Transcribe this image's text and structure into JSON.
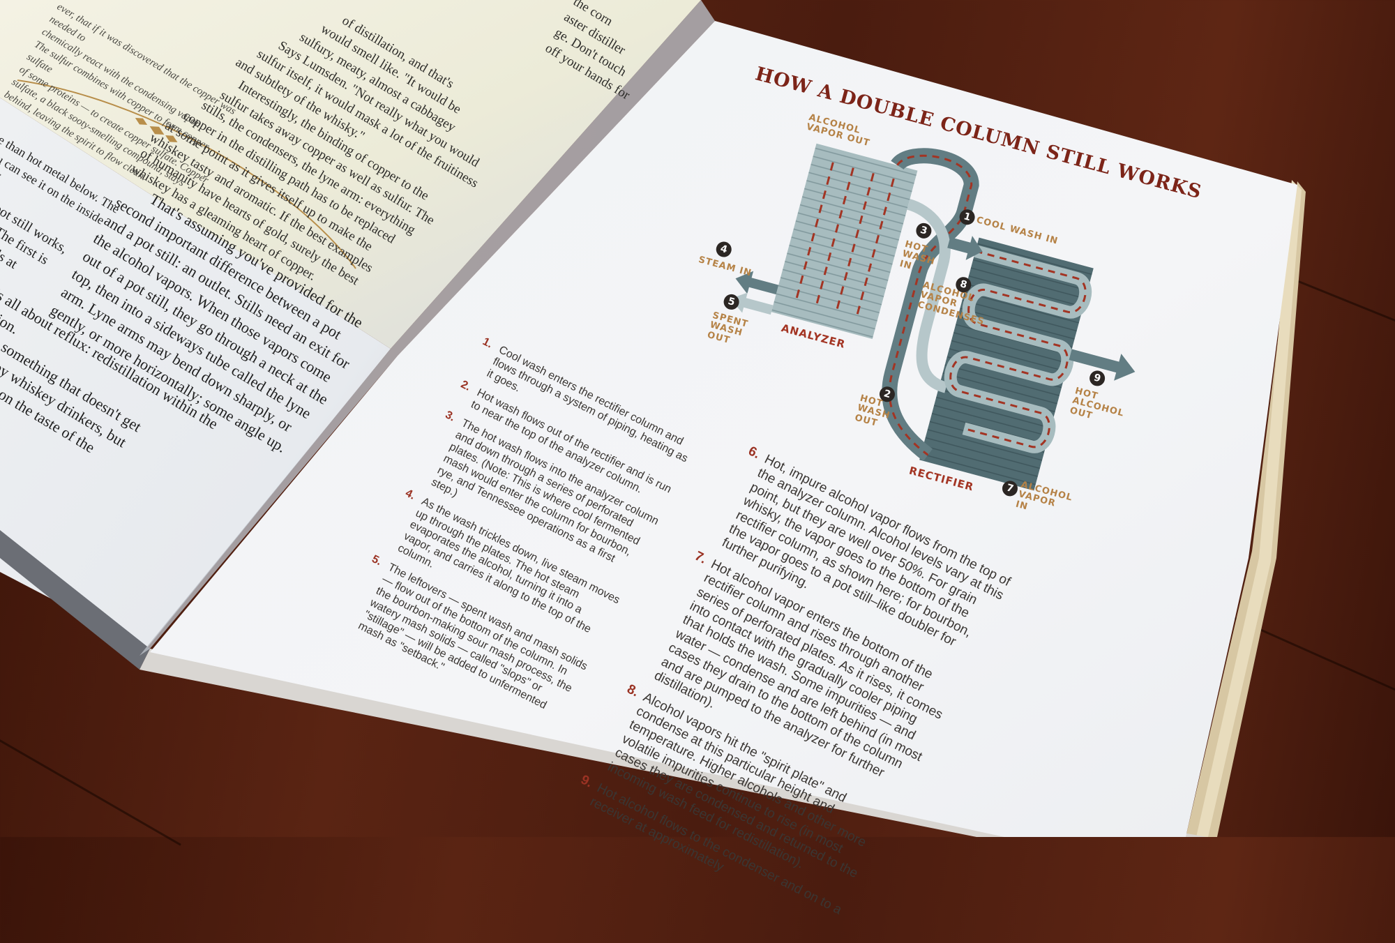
{
  "left_page": {
    "caption_lines": [
      "ever, that if it was discovered that the copper was needed to",
      "chemically react with the condensing vapor.",
      "The sulfur combines with copper to form copper sulfate",
      "of some proteins — to create copper sulfate. Copper",
      "sulfate, a black sooty-smelling compound, stays",
      "behind, leaving the spirit to flow clean."
    ],
    "quote_lines": [
      "of distillation, and that's",
      "would smell like. \"It would be",
      "sulfury, meaty, almost a cabbagey",
      "Says Lumsden. \"Not really what you would",
      "sulfur itself, it would mask a lot of the fruitiness",
      "and subtlety of the whisky.\"",
      "Interestingly, the binding of copper to the",
      "sulfur takes away copper as well as sulfur. The",
      "stills, the condensers, the lyne arm: everything",
      "copper in the distilling path has to be replaced",
      "at some point as it gives itself up to make the",
      "whiskey tasty and aromatic. If the best examples",
      "of humanity have hearts of gold, surely the best",
      "whiskey has a gleaming heart of copper."
    ],
    "top_right_lines": [
      "the corn",
      "aster distiller",
      "ge. Don't touch",
      "off your hands for"
    ],
    "body_left_lines": [
      "re than hot metal below. The",
      "you can see it on the inside",
      "it off.",
      "pot still works,",
      "s. The first is",
      "l boils at",
      "ing",
      "It's all about reflux: redistillation within the",
      "illation.",
      "flux is something that doesn't get",
      "t much by whiskey drinkers, but",
      "uge effect on the taste of the"
    ],
    "body_main_lines": [
      "That's assuming you've provided for the",
      "second important difference between a pot",
      "and a pot still: an outlet. Stills need an exit for",
      "the alcohol vapors. When those vapors come",
      "out of a pot still, they go through a neck at the",
      "top, then into a sideways tube called the lyne",
      "arm. Lyne arms may bend down sharply, or",
      "gently, or more horizontally; some angle up."
    ]
  },
  "diagram": {
    "title": "HOW A DOUBLE COLUMN STILL WORKS",
    "labels": {
      "alcohol_vapor_out": "ALCOHOL\nVAPOR OUT",
      "cool_wash_in": "COOL WASH IN",
      "steam_in": "STEAM IN",
      "hot_wash_in": "HOT\nWASH\nIN",
      "alcohol_vapor_condenses": "ALCOHOL\nVAPOR\nCONDENSES",
      "spent_wash_out": "SPENT\nWASH\nOUT",
      "analyzer": "ANALYZER",
      "hot_alcohol_out": "HOT\nALCOHOL\nOUT",
      "hot_wash_out": "HOT\nWASH\nOUT",
      "rectifier": "RECTIFIER",
      "alcohol_vapor_in": "ALCOHOL\nVAPOR\nIN"
    },
    "badges": {
      "b1": "1",
      "b2": "2",
      "b3": "3",
      "b4": "4",
      "b5": "5",
      "b7": "7",
      "b8": "8",
      "b9": "9"
    },
    "colors": {
      "analyzer": "#a7bcbf",
      "rectifier": "#516c72",
      "pipe": "#627d83",
      "flow": "#a33423",
      "title": "#7c2418"
    }
  },
  "steps_left": [
    {
      "n": "1.",
      "text": "Cool wash enters the rectifier column and flows through a system of piping, heating as it goes."
    },
    {
      "n": "2.",
      "text": "Hot wash flows out of the rectifier and is run to near the top of the analyzer column."
    },
    {
      "n": "3.",
      "text": "The hot wash flows into the analyzer column and down through a series of perforated plates. (Note: This is where cool fermented mash would enter the column for bourbon, rye, and Tennessee operations as a first step.)"
    },
    {
      "n": "4.",
      "text": "As the wash trickles down, live steam moves up through the plates. The hot steam evaporates the alcohol, turning it into a vapor, and carries it along to the top of the column."
    },
    {
      "n": "5.",
      "text": "The leftovers — spent wash and mash solids — flow out of the bottom of the column. In the bourbon-making sour mash process, the watery mash solids — called \"slops\" or \"stillage\" — will be added to unfermented mash as \"setback.\""
    }
  ],
  "steps_right": [
    {
      "n": "6.",
      "text": "Hot, impure alcohol vapor flows from the top of the analyzer column. Alcohol levels vary at this point, but they are well over 50%. For grain whisky, the vapor goes to the bottom of the rectifier column, as shown here; for bourbon, the vapor goes to a pot still–like doubler for further purifying."
    },
    {
      "n": "7.",
      "text": "Hot alcohol vapor enters the bottom of the rectifier column and rises through another series of perforated plates. As it rises, it comes into contact with the gradually cooler piping that holds the wash. Some impurities — and water — condense and are left behind (in most cases they drain to the bottom of the column and are pumped to the analyzer for further distillation)."
    },
    {
      "n": "8.",
      "text": "Alcohol vapors hit the \"spirit plate\" and condense at this particular height and temperature. Higher alcohols and other more volatile impurities continue to rise (in most cases they are condensed and returned to the incoming wash feed for redistillation)."
    },
    {
      "n": "9.",
      "text": "Hot alcohol flows to the condenser and on to a receiver at approximately"
    }
  ]
}
